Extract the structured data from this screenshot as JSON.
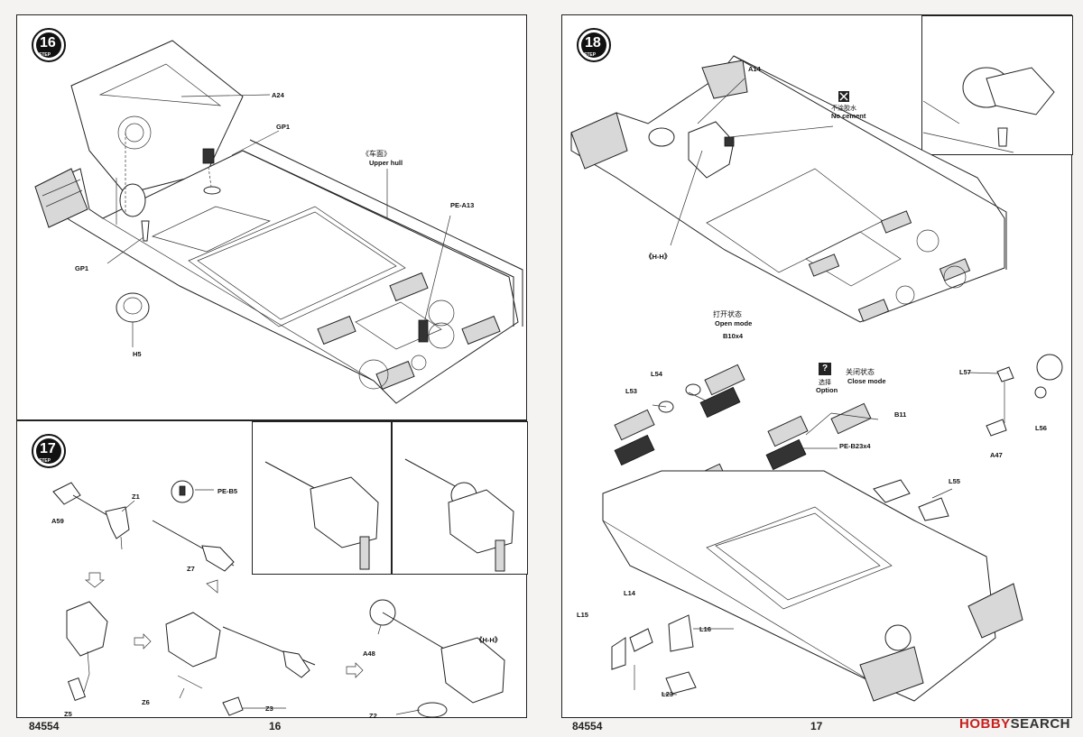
{
  "left_page": {
    "page_number": "16",
    "model_number": "84554",
    "step16": {
      "step_number": "16",
      "step_word": "STEP",
      "parts": {
        "a24": "A24",
        "gp1_top": "GP1",
        "gp1_left": "GP1",
        "pe_a13": "PE-A13",
        "h5": "H5"
      },
      "upper_hull_cn": "《车面》",
      "upper_hull_en": "Upper hull"
    },
    "step17": {
      "step_number": "17",
      "step_word": "STEP",
      "parts": {
        "a59": "A59",
        "z1": "Z1",
        "pe_b5": "PE-B5",
        "z7": "Z7",
        "z5": "Z5",
        "z6": "Z6",
        "z3": "Z3",
        "a48": "A48",
        "z2": "Z2"
      },
      "section_hh": "《H-H》"
    }
  },
  "right_page": {
    "page_number": "17",
    "model_number": "84554",
    "step18": {
      "step_number": "18",
      "step_word": "STEP",
      "parts": {
        "a14": "A14",
        "b10x4": "B10x4",
        "l54": "L54",
        "l53": "L53",
        "b11": "B11",
        "pe_b23x4": "PE-B23x4",
        "l55": "L55",
        "l57": "L57",
        "l56": "L56",
        "a47": "A47",
        "l15": "L15",
        "l14": "L14",
        "l16": "L16",
        "l23": "L23"
      },
      "section_hh": "《H-H》",
      "no_cement_cn": "不涂胶水",
      "no_cement_en": "No cement",
      "open_mode_cn": "打开状态",
      "open_mode_en": "Open mode",
      "close_mode_cn": "关闭状态",
      "close_mode_en": "Close mode",
      "option_cn": "选择",
      "option_en": "Option",
      "option_icon": "?"
    }
  },
  "watermark": {
    "prefix": "HOBBY",
    "suffix": "SEARCH",
    "brand_color": "#c8201e",
    "text_color": "#333333"
  }
}
